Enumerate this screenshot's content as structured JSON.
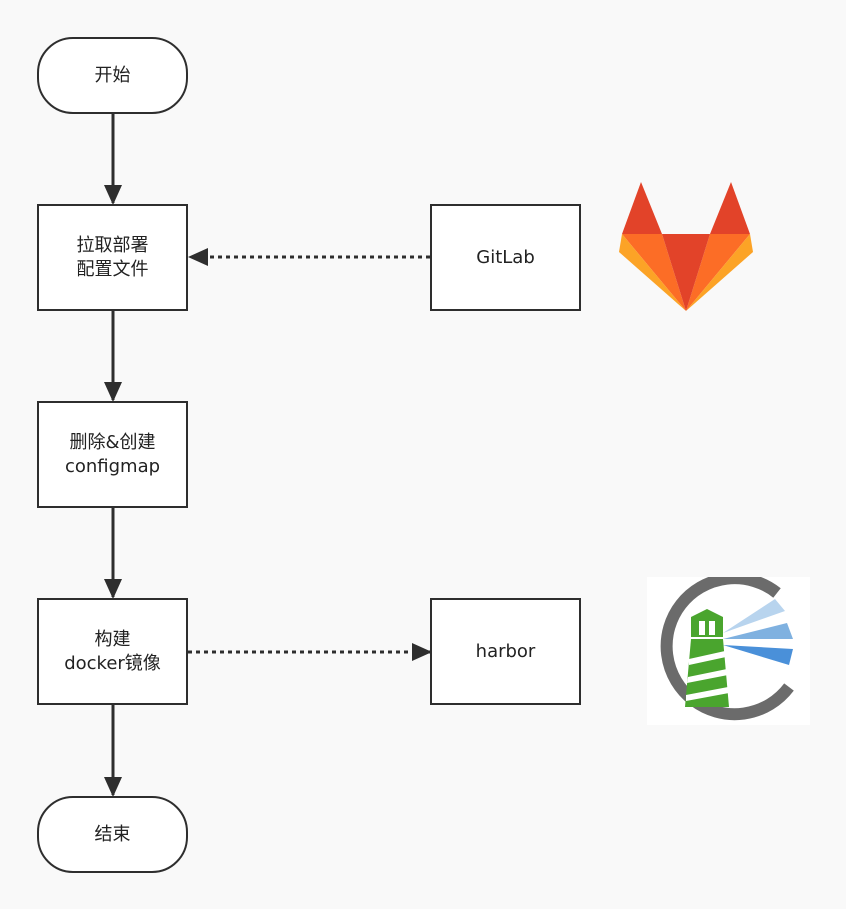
{
  "diagram": {
    "nodes": {
      "start": {
        "label": "开始"
      },
      "pull": {
        "line1": "拉取部署",
        "line2": "配置文件"
      },
      "configmap": {
        "line1": "删除&创建",
        "line2": "configmap"
      },
      "build": {
        "line1": "构建",
        "line2": "docker镜像"
      },
      "end": {
        "label": "结束"
      },
      "gitlab": {
        "label": "GitLab"
      },
      "harbor": {
        "label": "harbor"
      }
    },
    "edges": [
      {
        "from": "start",
        "to": "pull",
        "style": "solid"
      },
      {
        "from": "pull",
        "to": "configmap",
        "style": "solid"
      },
      {
        "from": "configmap",
        "to": "build",
        "style": "solid"
      },
      {
        "from": "build",
        "to": "end",
        "style": "solid"
      },
      {
        "from": "gitlab",
        "to": "pull",
        "style": "dotted"
      },
      {
        "from": "build",
        "to": "harbor",
        "style": "dotted"
      }
    ],
    "logos": {
      "gitlab": "gitlab-fox-icon",
      "harbor": "harbor-lighthouse-icon"
    },
    "colors": {
      "stroke": "#2e2e2e",
      "gitlab_red": "#e24329",
      "gitlab_orange": "#fc6d26",
      "gitlab_yellow": "#fca326",
      "harbor_gray": "#666666",
      "harbor_green": "#4aa52e",
      "harbor_blue": "#4a90d9"
    }
  }
}
